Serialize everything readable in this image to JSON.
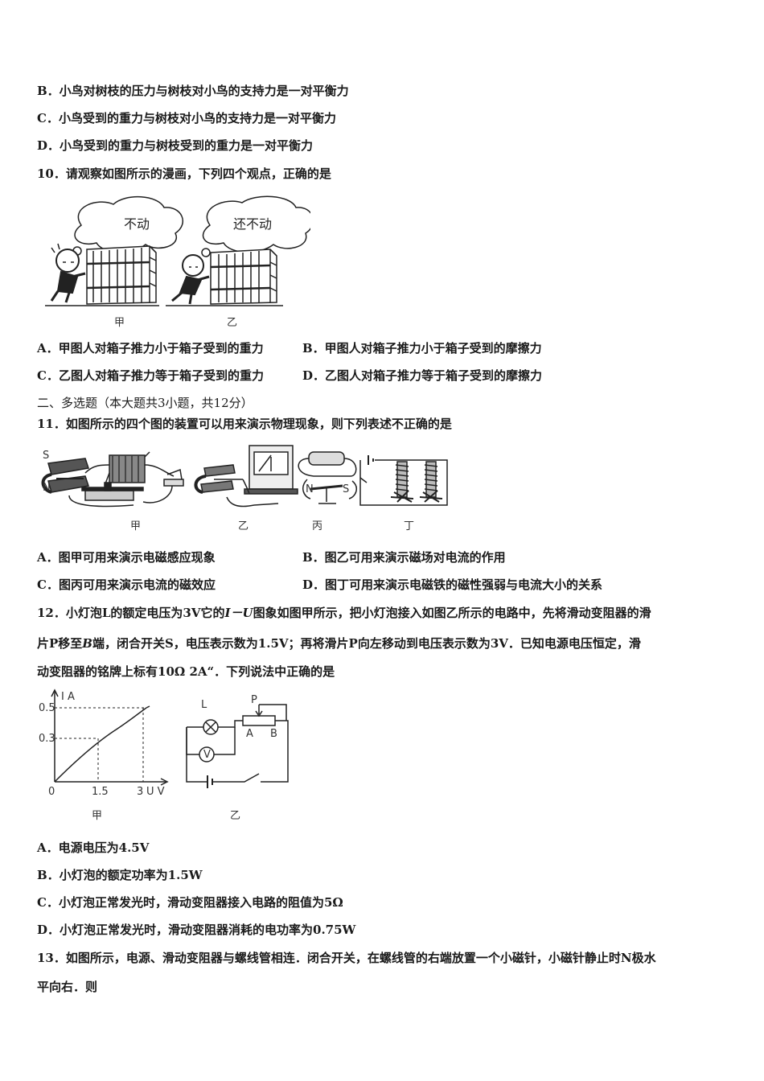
{
  "q9": {
    "optB": "B．小鸟对树枝的压力与树枝对小鸟的支持力是一对平衡力",
    "optC": "C．小鸟受到的重力与树枝对小鸟的支持力是一对平衡力",
    "optD": "D．小鸟受到的重力与树枝受到的重力是一对平衡力"
  },
  "q10": {
    "stem": "10．请观察如图所示的漫画，下列四个观点，正确的是",
    "bubble_left": "不动",
    "bubble_right": "还不动",
    "cap_left": "甲",
    "cap_right": "乙",
    "optA": "A．甲图人对箱子推力小于箱子受到的重力",
    "optB": "B．甲图人对箱子推力小于箱子受到的摩擦力",
    "optC": "C．乙图人对箱子推力等于箱子受到的重力",
    "optD": "D．乙图人对箱子推力等于箱子受到的摩擦力"
  },
  "section2": "二、多选题（本大题共3小题，共12分）",
  "q11": {
    "stem": "11．如图所示的四个图的装置可以用来演示物理现象，则下列表述不正确的是",
    "cap1": "甲",
    "cap2": "乙",
    "cap3": "丙",
    "cap4": "丁",
    "fig_s": "S",
    "fig_n": "N",
    "optA": "A．图甲可用来演示电磁感应现象",
    "optB": "B．图乙可用来演示磁场对电流的作用",
    "optC": "C．图丙可用来演示电流的磁效应",
    "optD": "D．图丁可用来演示电磁铁的磁性强弱与电流大小的关系"
  },
  "q12": {
    "line1_a": "12．小灯泡L的额定电压为3V它的",
    "line1_b": "I－U",
    "line1_c": "图象如图甲所示，把小灯泡接入如图乙所示的电路中，先将滑动变阻器的滑",
    "line2_a": "片P移至",
    "line2_b": "B",
    "line2_c": "端，闭合开关S，电压表示数为1.5V；再将滑片P向左移动到电压表示数为3V．已知电源电压恒定，滑",
    "line3": "动变阻器的铭牌上标有10Ω 2A“．下列说法中正确的是",
    "graph": {
      "ylabel": "I A",
      "xlabel": "U V",
      "y_top": "0.5",
      "y_mid": "0.3",
      "origin": "0",
      "x_mid": "1.5",
      "x_end": "3",
      "caption": "甲"
    },
    "circuit": {
      "L": "L",
      "P": "P",
      "A": "A",
      "B": "B",
      "V": "V",
      "caption": "乙"
    },
    "optA": "A．电源电压为4.5V",
    "optB": "B．小灯泡的额定功率为1.5W",
    "optC": "C．小灯泡正常发光时，滑动变阻器接入电路的阻值为5Ω",
    "optD": "D．小灯泡正常发光时，滑动变阻器消耗的电功率为0.75W"
  },
  "q13": {
    "line1": "13．如图所示，电源、滑动变阻器与螺线管相连．闭合开关，在螺线管的右端放置一个小磁针，小磁针静止时N极水",
    "line2": "平向右．则"
  }
}
